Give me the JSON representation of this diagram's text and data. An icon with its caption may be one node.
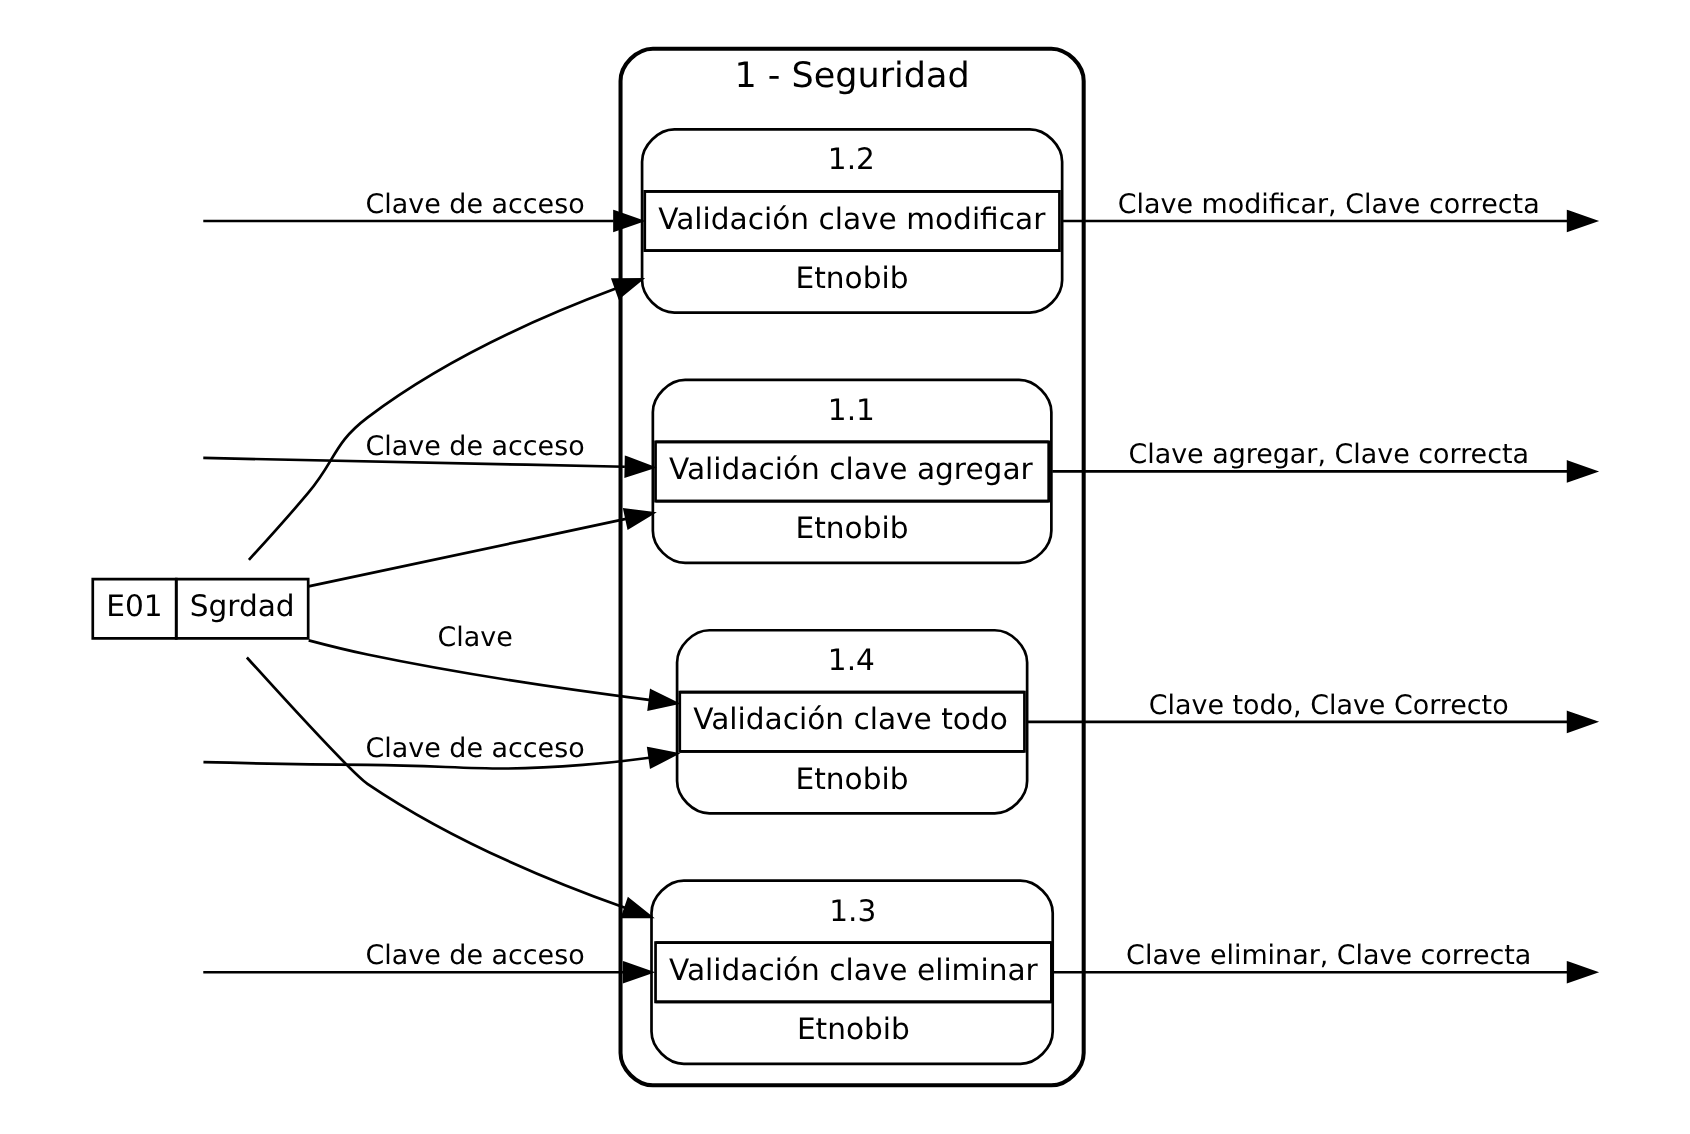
{
  "diagram": {
    "nodes": [
      {
        "text": [
          "1 - Seguridad"
        ]
      },
      {
        "text": [
          "1.1",
          "Validación clave agregar",
          "Etnobib"
        ],
        "in": 0
      },
      {
        "text": [
          "1.2",
          "Validación clave modificar",
          "Etnobib"
        ],
        "in": 0
      },
      {
        "text": [
          "1.3",
          "Validación clave eliminar",
          "Etnobib"
        ],
        "in": 0
      },
      {
        "text": [
          "1.4",
          "Validación clave todo",
          "Etnobib"
        ],
        "in": 0
      },
      {
        "text": [
          "E01",
          "Sgrdad"
        ]
      }
    ],
    "edges": [
      {
        "from": 1,
        "to": null,
        "arrow": "to",
        "label": "Clave agregar, Clave correcta"
      },
      {
        "from": null,
        "to": 1,
        "arrow": "to",
        "label": "Clave de acceso"
      },
      {
        "from": 2,
        "to": null,
        "arrow": "to",
        "label": "Clave modificar, Clave correcta"
      },
      {
        "from": null,
        "to": 2,
        "arrow": "to",
        "label": "Clave de acceso"
      },
      {
        "from": 3,
        "to": null,
        "arrow": "to",
        "label": "Clave eliminar, Clave correcta"
      },
      {
        "from": null,
        "to": 3,
        "arrow": "to",
        "label": "Clave de acceso"
      },
      {
        "from": 4,
        "to": null,
        "arrow": "to",
        "label": "Clave todo, Clave Correcto"
      },
      {
        "from": null,
        "to": 4,
        "arrow": "to",
        "label": "Clave de acceso"
      },
      {
        "from": 5,
        "to": 1,
        "arrow": "to"
      },
      {
        "from": 5,
        "to": 2,
        "arrow": "to"
      },
      {
        "from": 5,
        "to": 3,
        "arrow": "to"
      },
      {
        "from": 5,
        "to": 4,
        "arrow": "to",
        "label": "Clave"
      }
    ]
  }
}
